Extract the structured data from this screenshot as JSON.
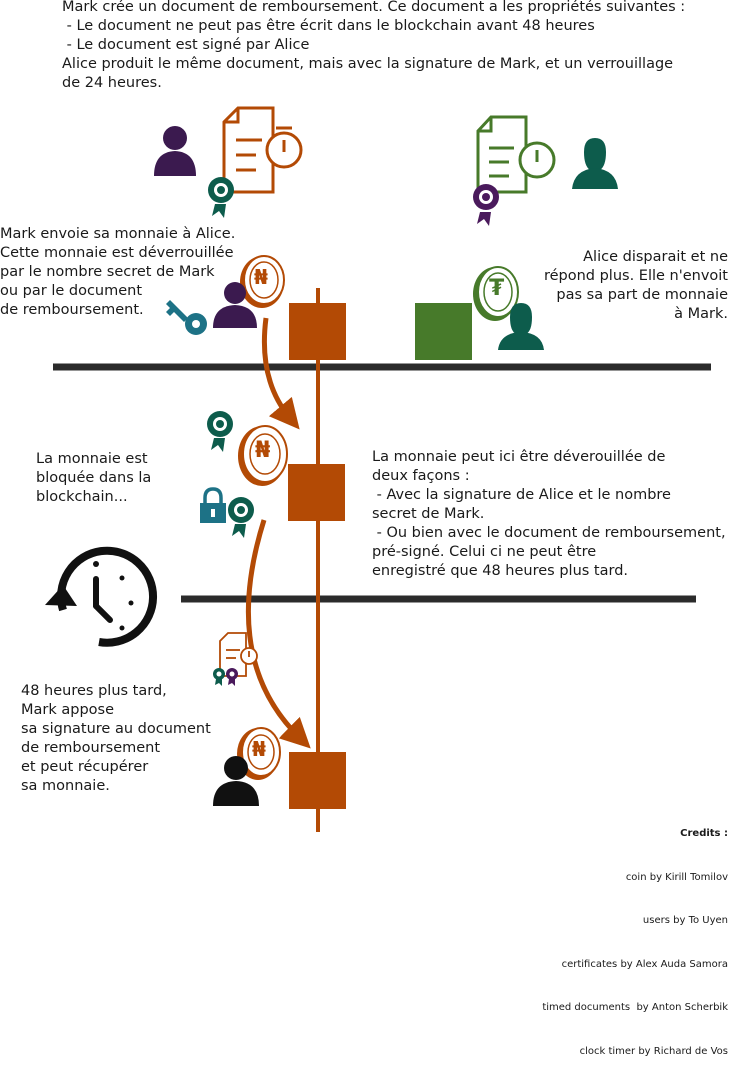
{
  "colors": {
    "brown": "#b34a05",
    "purple": "#3b1a4f",
    "teal": "#0d5c4c",
    "green": "#477a2a",
    "blue": "#1d7286",
    "black": "#111111",
    "rule": "#2b2b2b"
  },
  "intro": {
    "line1": "Mark crée un document de remboursement. Ce document a les propriétés suivantes :",
    "line2": " - Le document ne peut pas être écrit dans le blockchain avant 48 heures",
    "line3": " - Le document est signé par Alice",
    "line4": "Alice produit le même document, mais avec la signature de Mark, et un verrouillage",
    "line5": "de 24 heures."
  },
  "mark_sends": {
    "line1": "Mark envoie sa monnaie à Alice.",
    "line2": "Cette monnaie est déverrouillée",
    "line3": "par le nombre secret de Mark",
    "line4": "ou par le document",
    "line5": "de remboursement."
  },
  "alice_gone": {
    "line1": "Alice disparait et ne",
    "line2": "répond plus. Elle n'envoit",
    "line3": "pas sa part de monnaie",
    "line4": "à Mark."
  },
  "blocked": {
    "line1": "La monnaie est",
    "line2": "bloquée dans la",
    "line3": "blockchain..."
  },
  "unlock": {
    "line1": "La monnaie peut ici être déverouillée de",
    "line2": "deux façons :",
    "line3": " - Avec la signature de Alice et le nombre",
    "line4": "secret de Mark.",
    "line5": " - Ou bien avec le document de remboursement,",
    "line6": "pré-signé. Celui ci ne peut être",
    "line7": "enregistré que 48 heures plus tard."
  },
  "later": {
    "line1": "48 heures plus tard,",
    "line2": "Mark appose",
    "line3": "sa signature au document",
    "line4": "de remboursement",
    "line5": "et peut récupérer",
    "line6": "sa monnaie."
  },
  "credits": {
    "title": "Credits :",
    "line1": "coin by Kirill Tomilov",
    "line2": "users by To Uyen",
    "line3": "certificates by Alex Auda Samora",
    "line4": "timed documents  by Anton Scherbik",
    "line5": "clock timer by Richard de Vos"
  },
  "icons": {
    "coin_symbol": "₦",
    "alice_coin_symbol": "₮"
  }
}
